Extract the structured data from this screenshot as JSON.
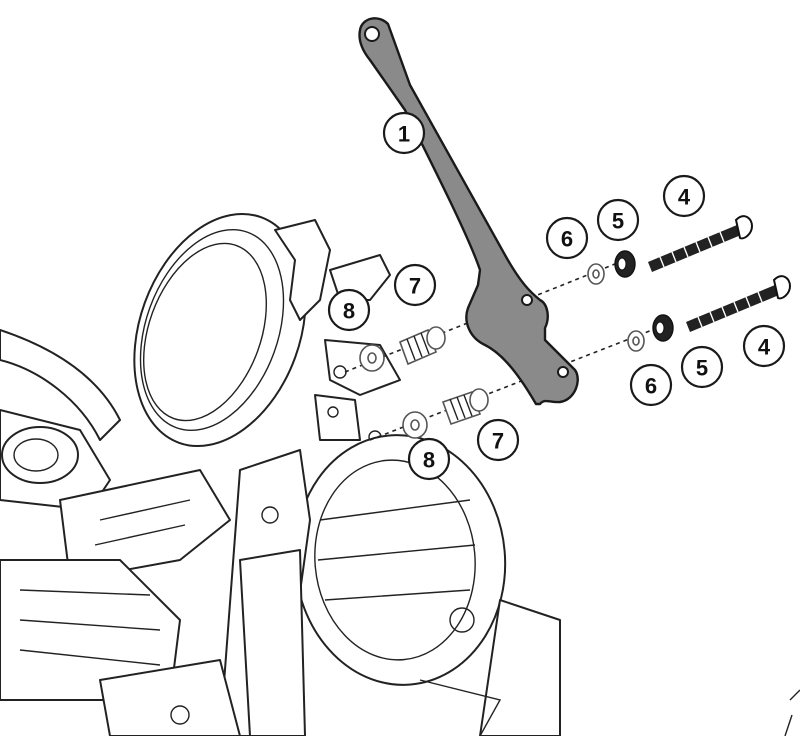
{
  "callouts": [
    "1",
    "4",
    "5",
    "6",
    "7",
    "8",
    "4",
    "5",
    "6",
    "7",
    "8"
  ],
  "colors": {
    "line": "#222222",
    "bracket_fill": "#8a8a8a",
    "background": "#ffffff"
  }
}
